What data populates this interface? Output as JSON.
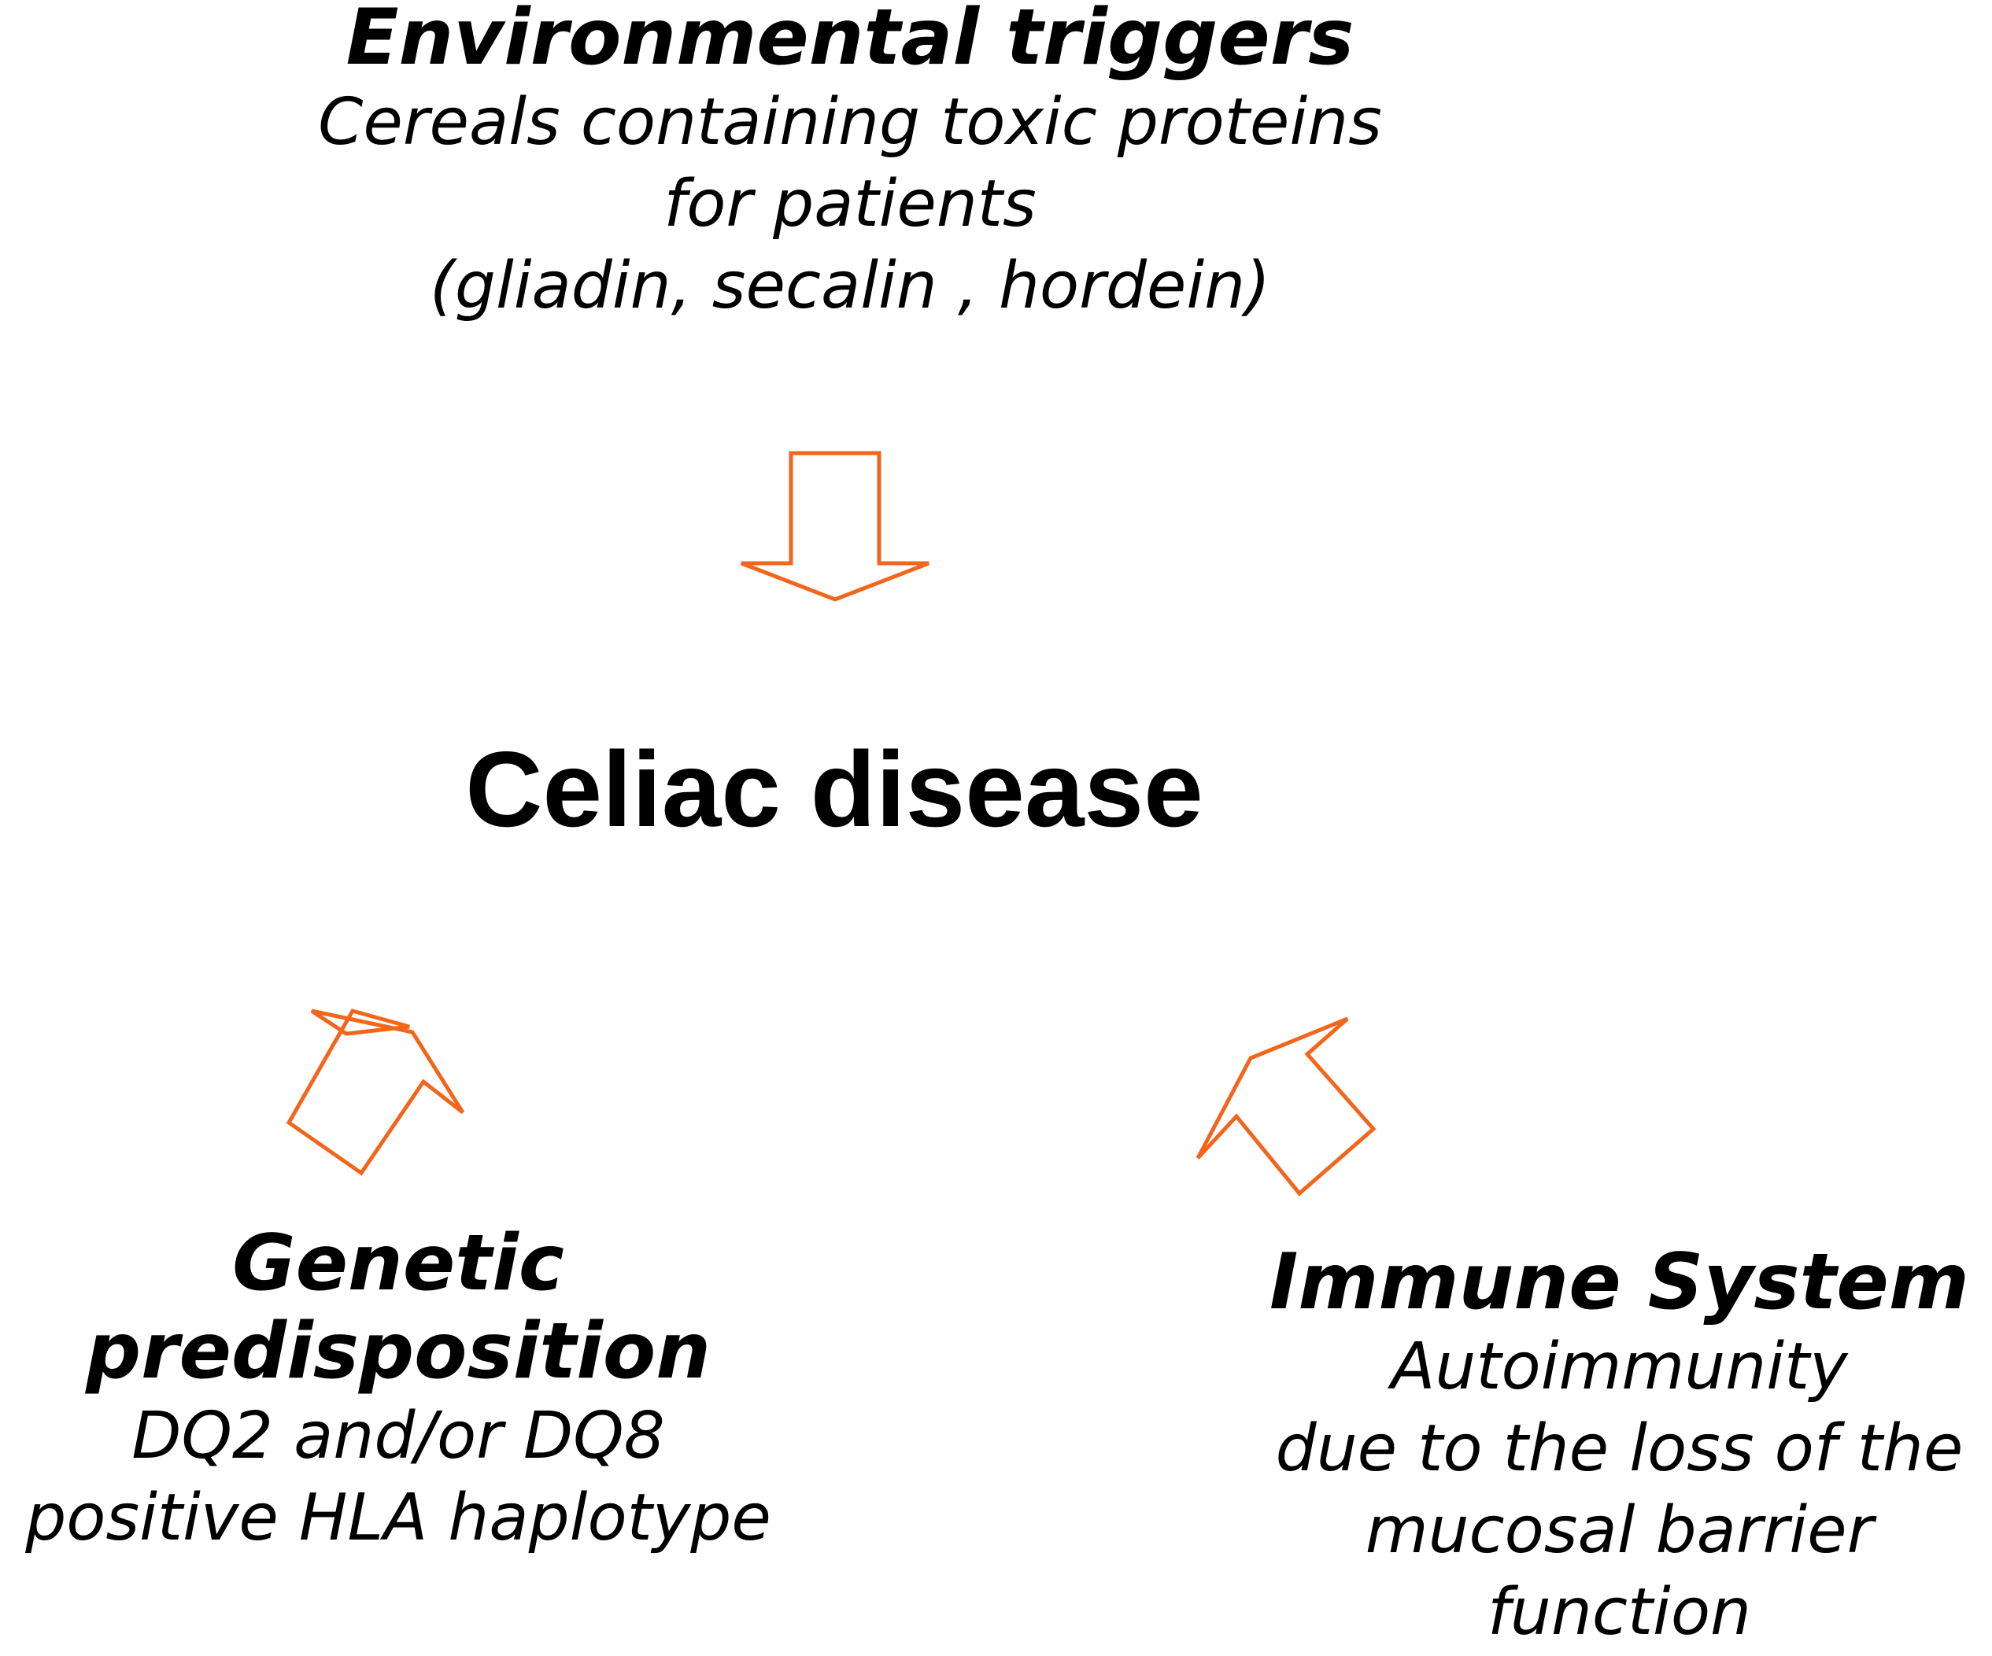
{
  "center": {
    "label": "Celiac disease"
  },
  "environmental": {
    "title": "Environmental triggers",
    "lines": [
      "Cereals containing toxic proteins",
      "for patients",
      "(gliadin, secalin , hordein)"
    ]
  },
  "genetic": {
    "title_lines": [
      "Genetic",
      "predisposition"
    ],
    "lines": [
      "DQ2 and/or DQ8",
      "positive HLA haplotype"
    ]
  },
  "immune": {
    "title": "Immune System",
    "lines": [
      "Autoimmunity",
      "due to the loss of the",
      "mucosal barrier",
      "function"
    ]
  },
  "colors": {
    "arrow_outline": "#f2661c",
    "text": "#000000",
    "background": "#ffffff"
  }
}
